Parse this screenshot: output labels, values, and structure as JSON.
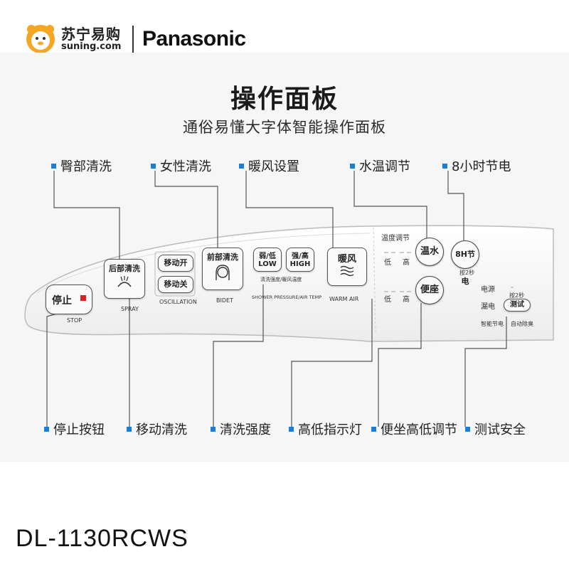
{
  "header": {
    "suning_cn": "苏宁易购",
    "suning_en": "suning.com",
    "brand": "Panasonic"
  },
  "title": "操作面板",
  "subtitle": "通俗易懂大字体智能操作面板",
  "callouts_top": [
    "臀部清洗",
    "女性清洗",
    "暖风设置",
    "水温调节",
    "8小时节电"
  ],
  "callouts_bottom": [
    "停止按钮",
    "移动清洗",
    "清洗强度",
    "高低指示灯",
    "便坐高低调节",
    "测试安全"
  ],
  "panel": {
    "stop_cn": "停止",
    "stop_en": "STOP",
    "spray_cn": "后部清洗",
    "spray_en": "SPRAY",
    "move_on": "移动开",
    "move_off": "移动关",
    "oscillation_en": "OSCILLATION",
    "bidet_cn": "前部清洗",
    "bidet_en": "BIDET",
    "weak_low": "弱/低",
    "low_en": "LOW",
    "strong_high": "强/高",
    "high_en": "HIGH",
    "pressure_cn": "清洗强度/暖风温度",
    "pressure_en": "SHOWER PRESSURE/AIR TEMP",
    "warm_air_cn": "暖风",
    "warm_air_en": "WARM AIR",
    "temp_adjust": "温度调节",
    "low": "低",
    "high": "高",
    "water_temp": "温水",
    "seat": "便座",
    "save": "8H节电",
    "press_2s": "按2秒",
    "power": "电源",
    "leak": "漏电",
    "press_2s_b": "按2秒",
    "test": "测试",
    "smart_save": "智能节电",
    "auto_deodor": "自动除臭"
  },
  "model": "DL-1130RCWS",
  "colors": {
    "accent": "#1a7fd4",
    "suning_orange": "#f5a623",
    "stop_red": "#e02020",
    "background": "#f6f6f6"
  }
}
